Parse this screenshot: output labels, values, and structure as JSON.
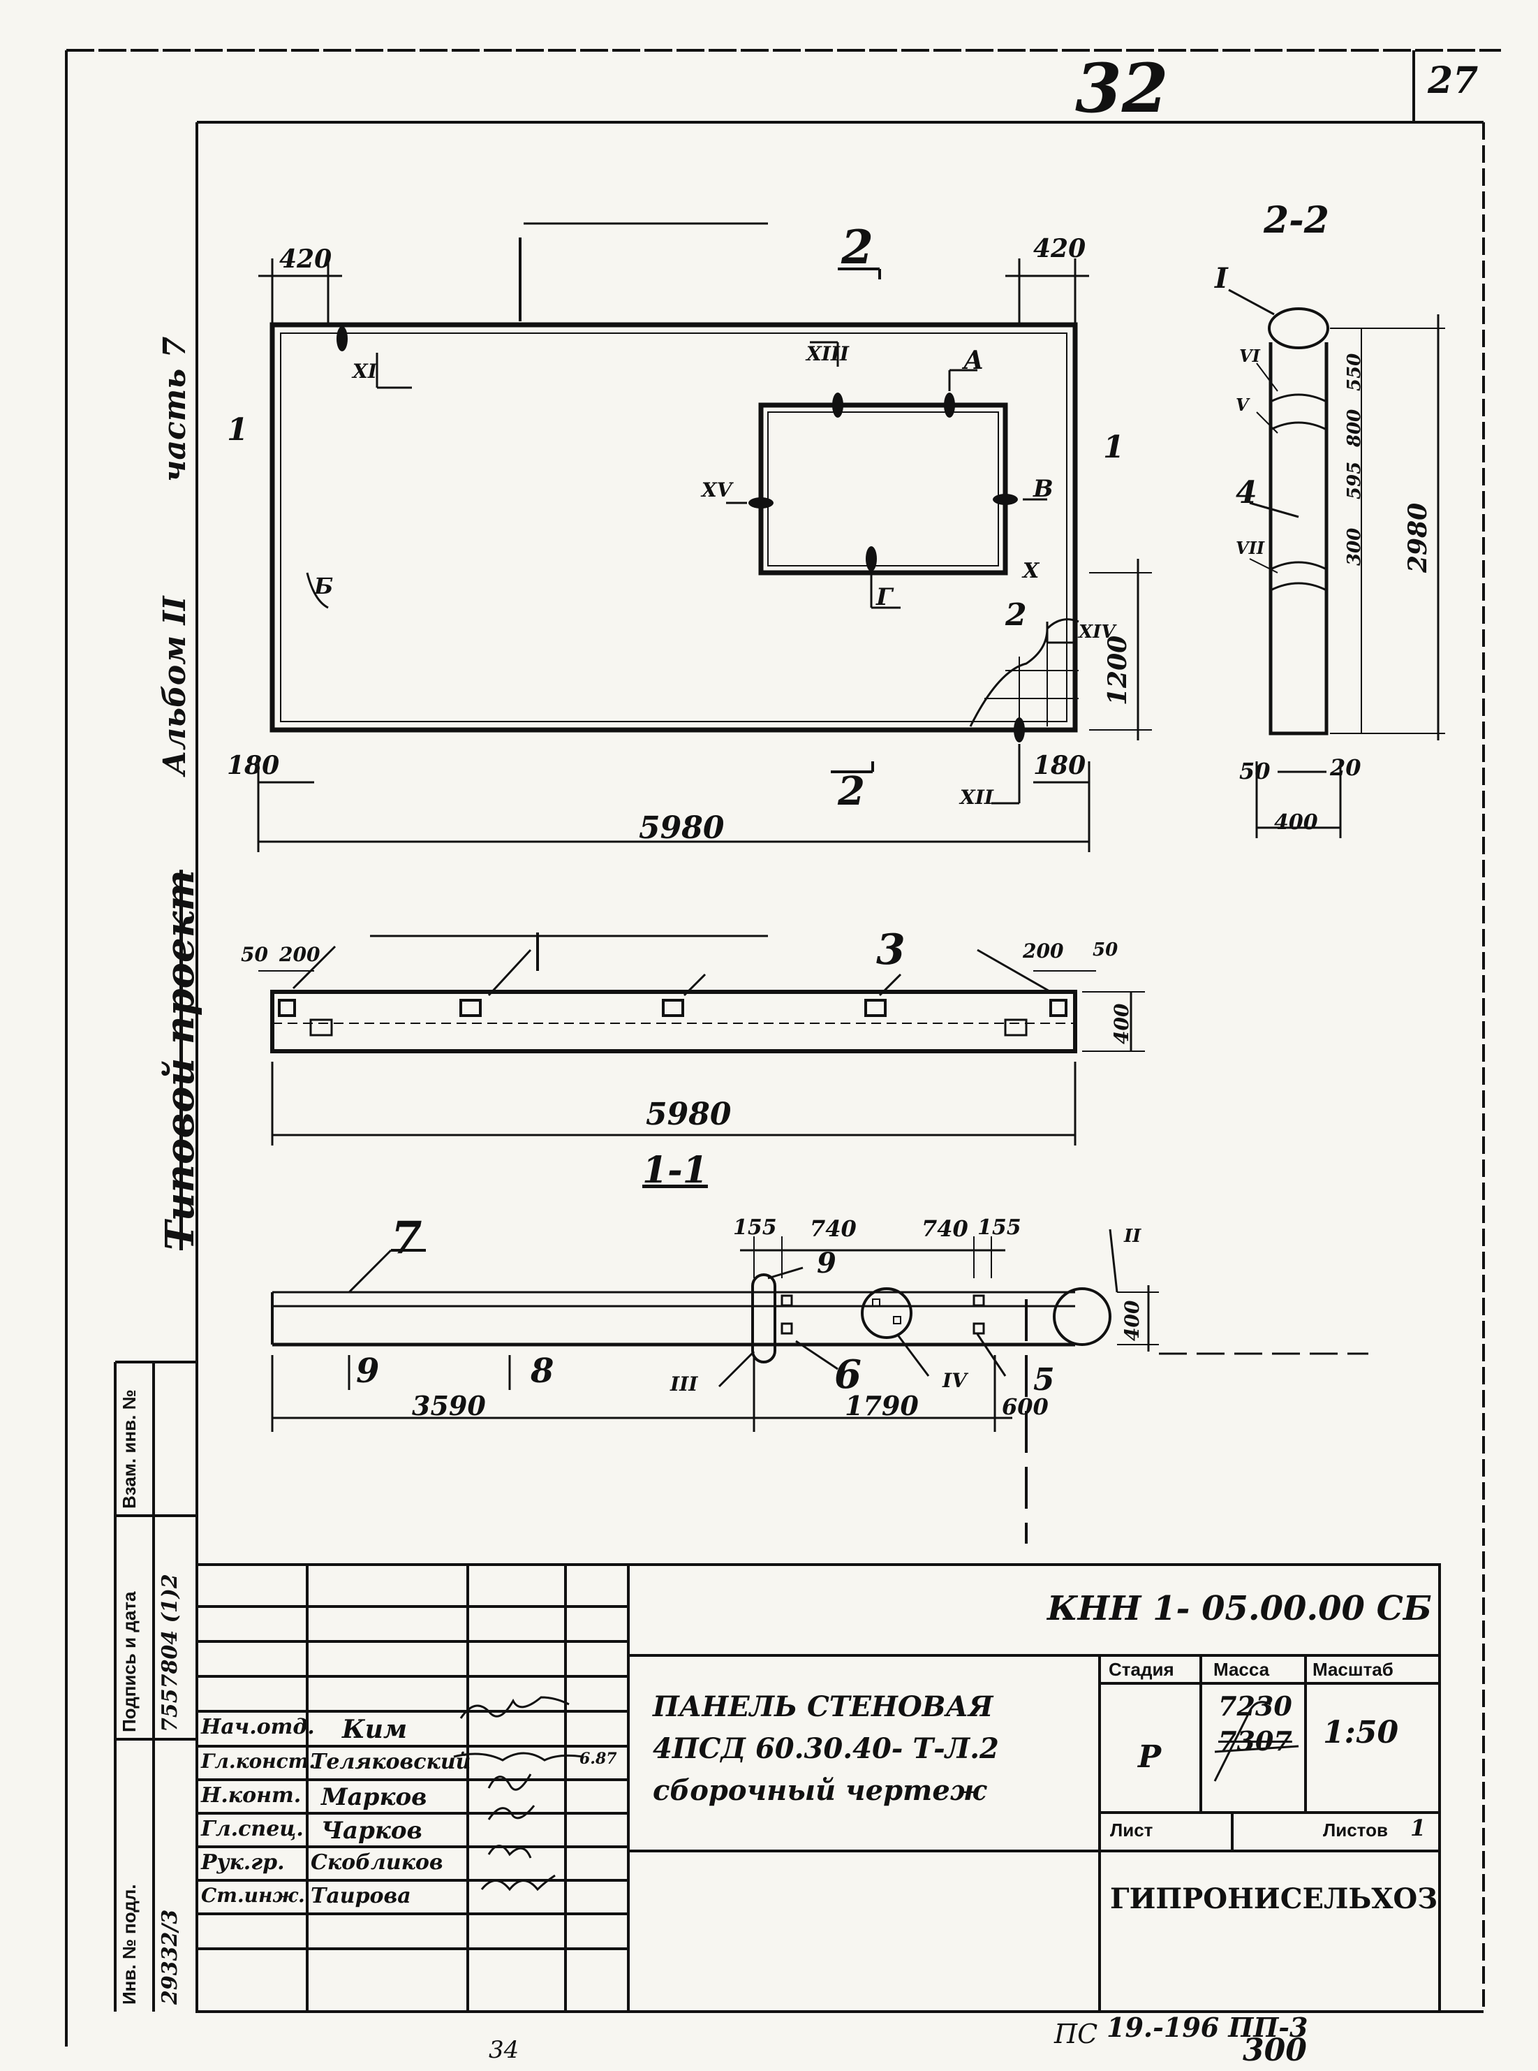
{
  "header": {
    "sheet_number_handwritten": "32",
    "page_number": "27"
  },
  "margin_stamps": {
    "album": "Альбом II",
    "part": "часть 7",
    "project_crossed": "Типовой проект",
    "inv_podl_label": "Инв. № подл.",
    "inv_podl_value": "29332/3",
    "podpis_label": "Подпись и дата",
    "podpis_value": "7557804 (1)2",
    "vzam_label": "Взам. инв. №"
  },
  "view_front": {
    "section_mark": "2",
    "section_mark_bottom": "2",
    "dims": {
      "left_top": "420",
      "right_top": "420",
      "overall": "5980",
      "left_bottom": "180",
      "right_bottom": "180",
      "opening_h": "1200"
    },
    "nodes": {
      "a": "А",
      "b": "Б",
      "v": "В",
      "g": "Г",
      "x1": "XI",
      "x2": "XII",
      "x3": "XIII",
      "x4": "XIV",
      "x5": "X",
      "xv": "XV"
    },
    "bracket_left": "1",
    "bracket_right": "1",
    "note_2": "2"
  },
  "section_2_2": {
    "title": "2-2",
    "pos_1": "I",
    "pos_4": "4",
    "dims": {
      "d1": "550",
      "d2": "800",
      "d3": "595",
      "d4": "300",
      "total": "2980",
      "bottom_left": "50",
      "bottom_right": "20",
      "width": "400"
    },
    "marks": {
      "m1": "VI",
      "m2": "V",
      "m3": "VII"
    }
  },
  "view_plan": {
    "dims": {
      "left_a": "50",
      "left_b": "200",
      "right_a": "200",
      "right_b": "50",
      "overall": "5980",
      "height": "400"
    },
    "pos": "3"
  },
  "section_1_1": {
    "title": "1-1",
    "pos_7": "7",
    "pos_9a": "9",
    "pos_8": "8",
    "pos_9b": "9",
    "pos_6": "6",
    "pos_5": "5",
    "dims": {
      "d1": "155",
      "d2": "740",
      "d3": "740",
      "d4": "155",
      "left": "3590",
      "mid": "1790",
      "right": "600",
      "height": "400"
    },
    "nodes": {
      "n2": "II",
      "n3": "III",
      "n4": "IV"
    }
  },
  "title_block": {
    "doc_code": "КНН 1- 05.00.00 СБ",
    "name_line1": "ПАНЕЛЬ  СТЕНОВАЯ",
    "name_line2": "4ПСД 60.30.40- Т-Л.2",
    "name_line3": "сборочный  чертеж",
    "stage_header": "Стадия",
    "mass_header": "Масса",
    "scale_header": "Масштаб",
    "stage": "Р",
    "mass": "7230",
    "mass_old": "7307",
    "scale": "1:50",
    "sheet_header": "Лист",
    "sheets_header": "Листов",
    "sheets": "1",
    "org": "ГИПРОНИСЕЛЬХОЗ",
    "people": [
      {
        "role": "Нач.отд.",
        "name": "Ким"
      },
      {
        "role": "Гл.конст.",
        "name": "Теляковский"
      },
      {
        "role": "Н.конт.",
        "name": "Марков"
      },
      {
        "role": "Гл.спец.",
        "name": "Чарков"
      },
      {
        "role": "Рук.гр.",
        "name": "Скобликов"
      },
      {
        "role": "Ст.инж.",
        "name": "Таирова"
      }
    ],
    "date_note": "6.87"
  },
  "footer": {
    "code": "19.-196 ПП-3",
    "extra": "ПС",
    "number": "300",
    "bottom_left": "34"
  }
}
